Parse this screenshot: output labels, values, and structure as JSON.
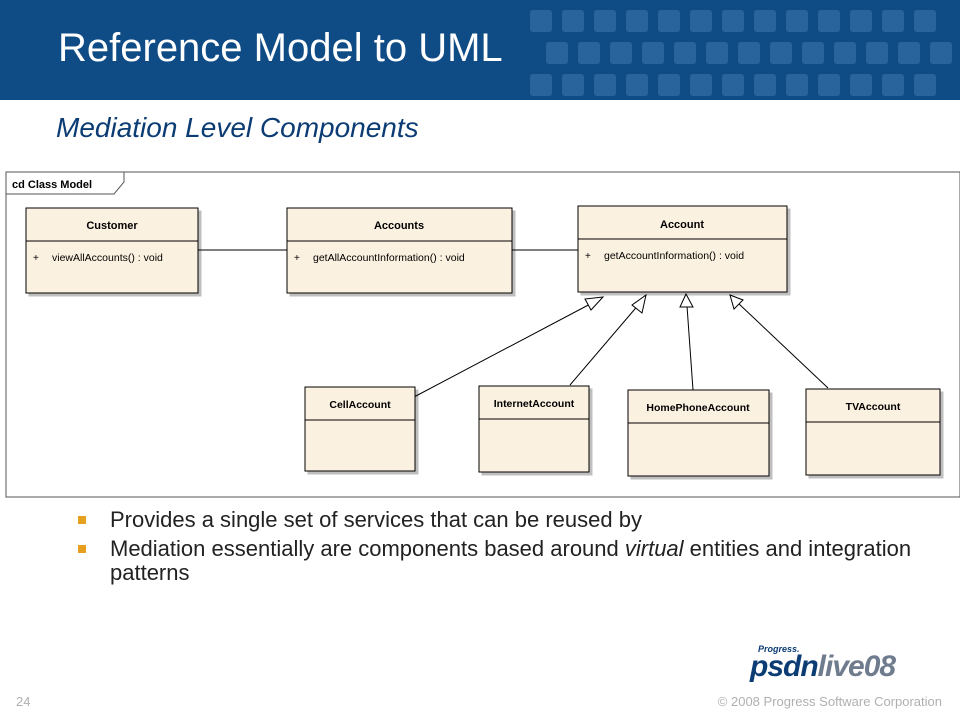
{
  "slide": {
    "title": "Reference Model to UML",
    "subtitle": "Mediation Level Components",
    "page_number": "24",
    "copyright": "© 2008 Progress Software Corporation"
  },
  "diagram": {
    "frame_label": "cd Class Model",
    "classes": {
      "customer": {
        "name": "Customer",
        "visibility": "+",
        "operation": "viewAllAccounts() : void"
      },
      "accounts": {
        "name": "Accounts",
        "visibility": "+",
        "operation": "getAllAccountInformation() : void"
      },
      "account": {
        "name": "Account",
        "visibility": "+",
        "operation": "getAccountInformation() : void"
      },
      "cell_account": {
        "name": "CellAccount"
      },
      "internet_account": {
        "name": "InternetAccount"
      },
      "homephone_account": {
        "name": "HomePhoneAccount"
      },
      "tv_account": {
        "name": "TVAccount"
      }
    }
  },
  "bullets": {
    "b1": "Provides a single set of services that can be reused by",
    "b2_pre": "Mediation essentially are components based around ",
    "b2_em": "virtual",
    "b2_post": " entities and integration patterns"
  },
  "logo": {
    "small": "Progress.",
    "part1": "psdn",
    "part2": "live08"
  },
  "colors": {
    "header": "#0f4c86",
    "class_fill": "#fbf1e0",
    "bullet": "#e6a020"
  }
}
